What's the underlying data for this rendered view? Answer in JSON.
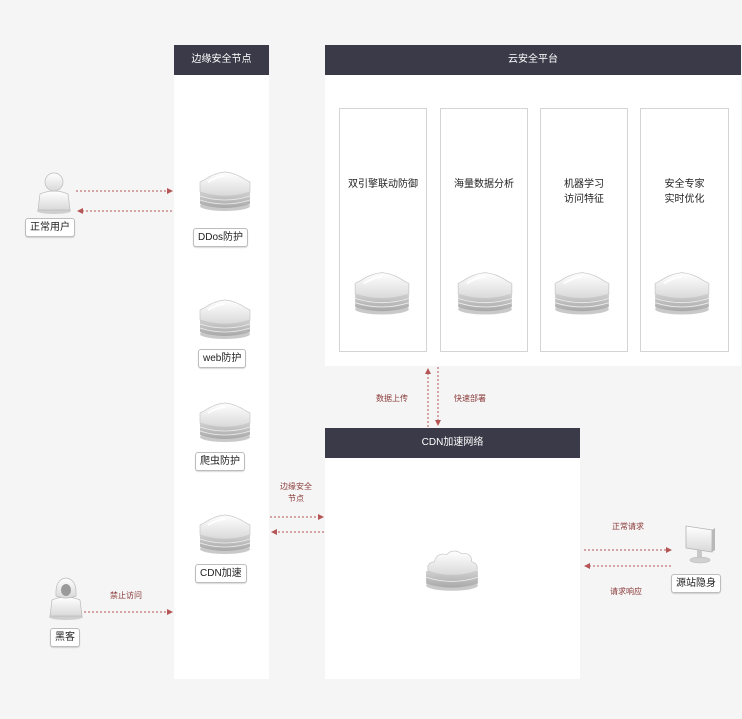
{
  "edge_panel": {
    "title": "边缘安全节点",
    "nodes": [
      {
        "label": "DDos防护"
      },
      {
        "label": "web防护"
      },
      {
        "label": "爬虫防护"
      },
      {
        "label": "CDN加速"
      }
    ]
  },
  "cloud_panel": {
    "title": "云安全平台",
    "cards": [
      {
        "line1": "双引擎联动防御",
        "line2": ""
      },
      {
        "line1": "海量数据分析",
        "line2": ""
      },
      {
        "line1": "机器学习",
        "line2": "访问特征"
      },
      {
        "line1": "安全专家",
        "line2": "实时优化"
      }
    ]
  },
  "cdn_panel": {
    "title": "CDN加速网络"
  },
  "actors": {
    "normal_user": "正常用户",
    "hacker": "黑客",
    "origin": "源站隐身"
  },
  "flows": {
    "data_upload": "数据上传",
    "fast_deploy": "快速部署",
    "edge_node_line1": "边缘安全",
    "edge_node_line2": "节点",
    "normal_request": "正常请求",
    "request_response": "请求响应",
    "forbidden": "禁止访问"
  },
  "colors": {
    "header": "#3b3a48",
    "arrow": "#b55555",
    "background": "#f5f5f5"
  },
  "icons": [
    "shield-server-icon",
    "cloud-server-icon",
    "user-icon",
    "hacker-icon",
    "monitor-icon"
  ]
}
